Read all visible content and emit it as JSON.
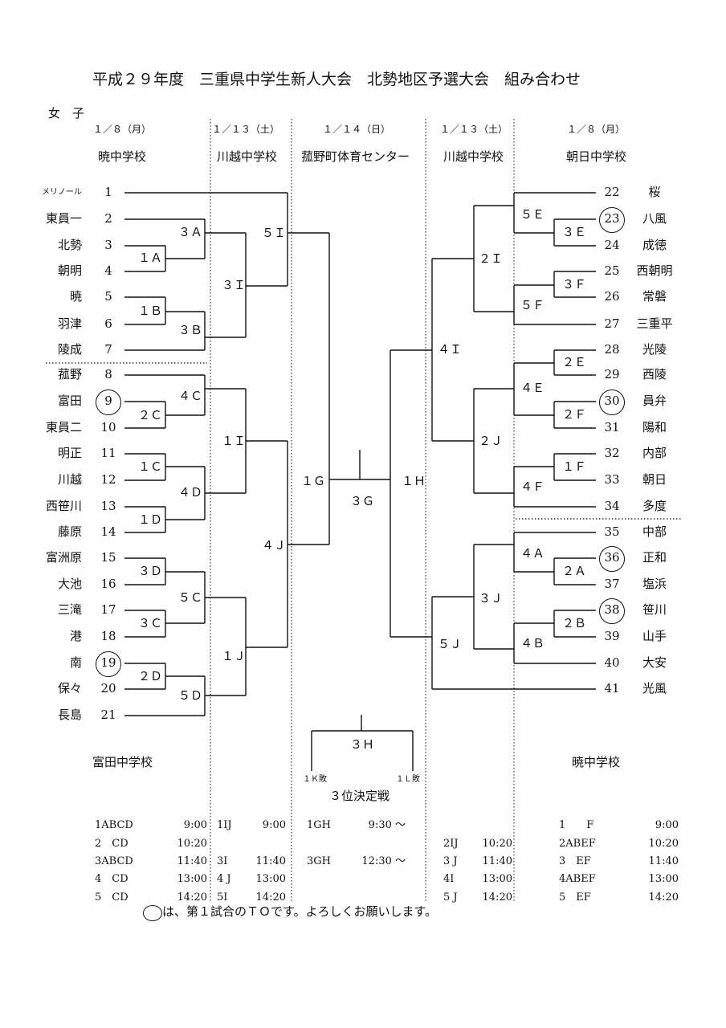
{
  "title": "平成２９年度　三重県中学生新人大会　北勢地区予選大会　組み合わせ",
  "category": "女　子",
  "columns": [
    {
      "date": "１／８（月）",
      "venue": "暁中学校"
    },
    {
      "date": "１／１３（土）",
      "venue": "川越中学校"
    },
    {
      "date": "１／１４（日）",
      "venue": "菰野町体育センター"
    },
    {
      "date": "１／１３（土）",
      "venue": "川越中学校"
    },
    {
      "date": "１／８（月）",
      "venue": "朝日中学校"
    }
  ],
  "left_teams": [
    {
      "num": "1",
      "name": "メリノール",
      "circled": false
    },
    {
      "num": "2",
      "name": "東員一",
      "circled": false
    },
    {
      "num": "3",
      "name": "北勢",
      "circled": false
    },
    {
      "num": "4",
      "name": "朝明",
      "circled": false
    },
    {
      "num": "5",
      "name": "暁",
      "circled": false
    },
    {
      "num": "6",
      "name": "羽津",
      "circled": false
    },
    {
      "num": "7",
      "name": "陵成",
      "circled": false
    },
    {
      "num": "8",
      "name": "菰野",
      "circled": false
    },
    {
      "num": "9",
      "name": "富田",
      "circled": true
    },
    {
      "num": "10",
      "name": "東員二",
      "circled": false
    },
    {
      "num": "11",
      "name": "明正",
      "circled": false
    },
    {
      "num": "12",
      "name": "川越",
      "circled": false
    },
    {
      "num": "13",
      "name": "西笹川",
      "circled": false
    },
    {
      "num": "14",
      "name": "藤原",
      "circled": false
    },
    {
      "num": "15",
      "name": "富洲原",
      "circled": false
    },
    {
      "num": "16",
      "name": "大池",
      "circled": false
    },
    {
      "num": "17",
      "name": "三滝",
      "circled": false
    },
    {
      "num": "18",
      "name": "港",
      "circled": false
    },
    {
      "num": "19",
      "name": "南",
      "circled": true
    },
    {
      "num": "20",
      "name": "保々",
      "circled": false
    },
    {
      "num": "21",
      "name": "長島",
      "circled": false
    }
  ],
  "right_teams": [
    {
      "num": "22",
      "name": "桜",
      "circled": false
    },
    {
      "num": "23",
      "name": "八風",
      "circled": true
    },
    {
      "num": "24",
      "name": "成徳",
      "circled": false
    },
    {
      "num": "25",
      "name": "西朝明",
      "circled": false
    },
    {
      "num": "26",
      "name": "常磐",
      "circled": false
    },
    {
      "num": "27",
      "name": "三重平",
      "circled": false
    },
    {
      "num": "28",
      "name": "光陵",
      "circled": false
    },
    {
      "num": "29",
      "name": "西陵",
      "circled": false
    },
    {
      "num": "30",
      "name": "員弁",
      "circled": true
    },
    {
      "num": "31",
      "name": "陽和",
      "circled": false
    },
    {
      "num": "32",
      "name": "内部",
      "circled": false
    },
    {
      "num": "33",
      "name": "朝日",
      "circled": false
    },
    {
      "num": "34",
      "name": "多度",
      "circled": false
    },
    {
      "num": "35",
      "name": "中部",
      "circled": false
    },
    {
      "num": "36",
      "name": "正和",
      "circled": true
    },
    {
      "num": "37",
      "name": "塩浜",
      "circled": false
    },
    {
      "num": "38",
      "name": "笹川",
      "circled": true
    },
    {
      "num": "39",
      "name": "山手",
      "circled": false
    },
    {
      "num": "40",
      "name": "大安",
      "circled": false
    },
    {
      "num": "41",
      "name": "光風",
      "circled": false
    }
  ],
  "match_labels": {
    "L1A": "１Ａ",
    "L1B": "１Ｂ",
    "L3A": "３Ａ",
    "L3B": "３Ｂ",
    "L3I": "３Ｉ",
    "L5I": "５Ｉ",
    "L4C": "４Ｃ",
    "L2C": "２Ｃ",
    "L1C": "１Ｃ",
    "L1D": "１Ｄ",
    "L4D": "４Ｄ",
    "L1I": "１Ｉ",
    "L3D": "３Ｄ",
    "L3C": "３Ｃ",
    "L5C": "５Ｃ",
    "L2D": "２Ｄ",
    "L5D": "５Ｄ",
    "L1J": "１Ｊ",
    "L4J": "４Ｊ",
    "C1G": "１Ｇ",
    "C3G": "３Ｇ",
    "C1H": "１Ｈ",
    "R5E": "５Ｅ",
    "R3E": "３Ｅ",
    "R3F": "３Ｆ",
    "R5F": "５Ｆ",
    "R2I": "２Ｉ",
    "R2E": "２Ｅ",
    "R4E": "４Ｅ",
    "R2F": "２Ｆ",
    "R1F": "１Ｆ",
    "R4F": "４Ｆ",
    "R2J": "２Ｊ",
    "R4I": "４Ｉ",
    "R4A": "４Ａ",
    "R2A": "２Ａ",
    "R2B": "２Ｂ",
    "R4B": "４Ｂ",
    "R3J": "３Ｊ",
    "R5J": "５Ｊ"
  },
  "third_place": {
    "label": "３Ｈ",
    "left": "１Ｋ敗",
    "right": "１Ｌ敗",
    "caption": "３位決定戦"
  },
  "bottom_venues": {
    "left": "富田中学校",
    "right": "暁中学校"
  },
  "schedule": {
    "col1": [
      [
        "1ABCD",
        "9:00"
      ],
      [
        "2　CD",
        "10:20"
      ],
      [
        "3ABCD",
        "11:40"
      ],
      [
        "4　CD",
        "13:00"
      ],
      [
        "5　CD",
        "14:20"
      ]
    ],
    "col2": [
      [
        "1IJ",
        "9:00"
      ],
      [
        "",
        ""
      ],
      [
        "3I",
        "11:40"
      ],
      [
        "4 J",
        "13:00"
      ],
      [
        "5I",
        "14:20"
      ]
    ],
    "col3": [
      [
        "1GH",
        "9:30 ～"
      ],
      [
        "",
        ""
      ],
      [
        "3GH",
        "12:30 ～"
      ],
      [
        "",
        ""
      ],
      [
        "",
        ""
      ]
    ],
    "col4": [
      [
        "",
        ""
      ],
      [
        "2IJ",
        "10:20"
      ],
      [
        "3 J",
        "11:40"
      ],
      [
        "4I",
        "13:00"
      ],
      [
        "5 J",
        "14:20"
      ]
    ],
    "col5": [
      [
        "1　　F",
        "9:00"
      ],
      [
        "2ABEF",
        "10:20"
      ],
      [
        "3　EF",
        "11:40"
      ],
      [
        "4ABEF",
        "13:00"
      ],
      [
        "5　EF",
        "14:20"
      ]
    ]
  },
  "footnote": "は、第１試合のＴＯです。よろしくお願いします。"
}
